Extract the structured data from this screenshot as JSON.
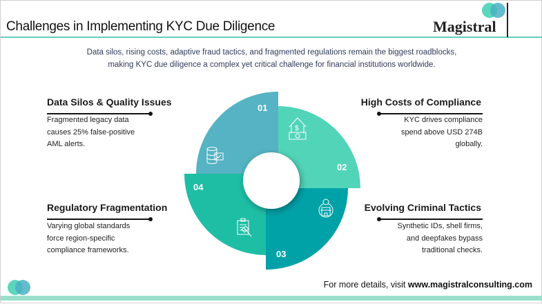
{
  "header": {
    "title": "Challenges in Implementing KYC Due Diligence",
    "logo": "Magistral"
  },
  "subtitle": [
    "Data silos, rising costs, adaptive fraud tactics, and fragmented regulations remain the biggest roadblocks,",
    "making KYC due diligence a complex yet critical challenge for financial institutions worldwide."
  ],
  "segments": [
    {
      "number": "01",
      "title": "Data Silos & Quality Issues",
      "lines": [
        "Fragmented legacy data",
        "causes 25% false-positive",
        "AML alerts."
      ],
      "icon": "database-check-icon",
      "color": "#55b3c3"
    },
    {
      "number": "02",
      "title": "High Costs of Compliance",
      "lines": [
        "KYC drives compliance",
        "spend above USD 274B",
        "globally."
      ],
      "icon": "money-house-icon",
      "color": "#52d4b9"
    },
    {
      "number": "03",
      "title": "Evolving Criminal Tactics",
      "lines": [
        "Synthetic IDs, shell firms,",
        "and deepfakes bypass",
        "traditional checks."
      ],
      "icon": "bank-dollar-icon",
      "color": "#00a2a8"
    },
    {
      "number": "04",
      "title": "Regulatory Fragmentation",
      "lines": [
        "Varying global standards",
        "force region-specific",
        "compliance frameworks."
      ],
      "icon": "clipboard-gavel-icon",
      "color": "#1ebea5"
    }
  ],
  "footer": {
    "prefix": "For more details, visit ",
    "url": "www.magistralconsulting.com"
  }
}
